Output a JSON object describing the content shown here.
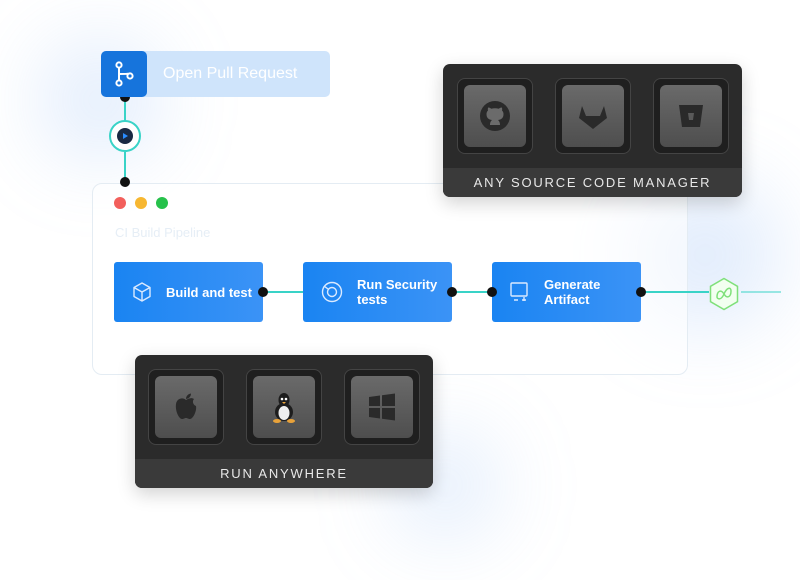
{
  "pull_request": {
    "label": "Open Pull Request"
  },
  "ci_window": {
    "title": "CI Build Pipeline"
  },
  "stages": [
    {
      "label": "Build and test",
      "icon": "cube-icon"
    },
    {
      "label": "Run Security tests",
      "icon": "shield-icon"
    },
    {
      "label": "Generate Artifact",
      "icon": "artifact-icon"
    }
  ],
  "source_panel": {
    "label": "ANY SOURCE CODE MANAGER",
    "icons": [
      "github-icon",
      "gitlab-icon",
      "bitbucket-icon"
    ]
  },
  "runtime_panel": {
    "label": "RUN ANYWHERE",
    "icons": [
      "apple-icon",
      "linux-icon",
      "windows-icon"
    ]
  },
  "colors": {
    "accent": "#1674dc",
    "connector": "#39d3c7",
    "panel": "#2b2b2b",
    "deploy": "#7fe07a"
  }
}
